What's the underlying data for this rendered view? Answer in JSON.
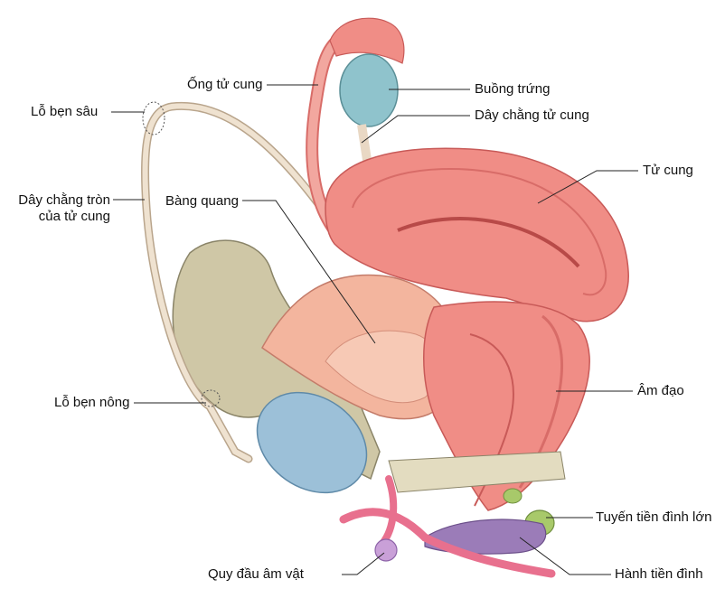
{
  "labels": {
    "ong_tu_cung": "Ống tử cung",
    "buong_trung": "Buồng trứng",
    "lo_ben_sau": "Lỗ bẹn sâu",
    "day_chang_tu_cung": "Dây chằng tử cung",
    "tu_cung": "Tử cung",
    "day_chang_tron": "Dây chằng tròn của tử cung",
    "bang_quang": "Bàng quang",
    "am_dao": "Âm đạo",
    "lo_ben_nong": "Lỗ bẹn nông",
    "tuyen_tien_dinh_lon": "Tuyến tiền đình lớn",
    "quy_dau_am_vat": "Quy đầu âm vật",
    "hanh_tien_dinh": "Hành tiền đình"
  },
  "colors": {
    "uterus": "#f08d86",
    "uterus_dark": "#d8605e",
    "ovary": "#8fc3cc",
    "bone": "#cfc7a6",
    "tube": "#f2a79f",
    "symphysis": "#9cc0d8",
    "bulb": "#9b7cb8",
    "gland": "#a8c96a",
    "clitoris": "#e8708e",
    "ligament": "#e9d8c4"
  }
}
